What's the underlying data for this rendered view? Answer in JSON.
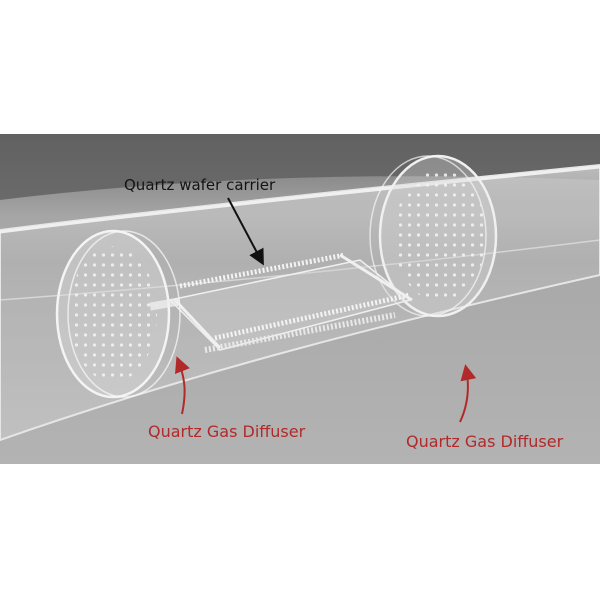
{
  "photo": {
    "description_icon": "quartz-tube-photo"
  },
  "labels": {
    "carrier": "Quartz wafer carrier",
    "diffuser_left": "Quartz Gas Diffuser",
    "diffuser_right": "Quartz Gas Diffuser"
  },
  "colors": {
    "carrier_label": "#141414",
    "diffuser_label": "#b12a2a",
    "background": "#a9a9a9"
  }
}
